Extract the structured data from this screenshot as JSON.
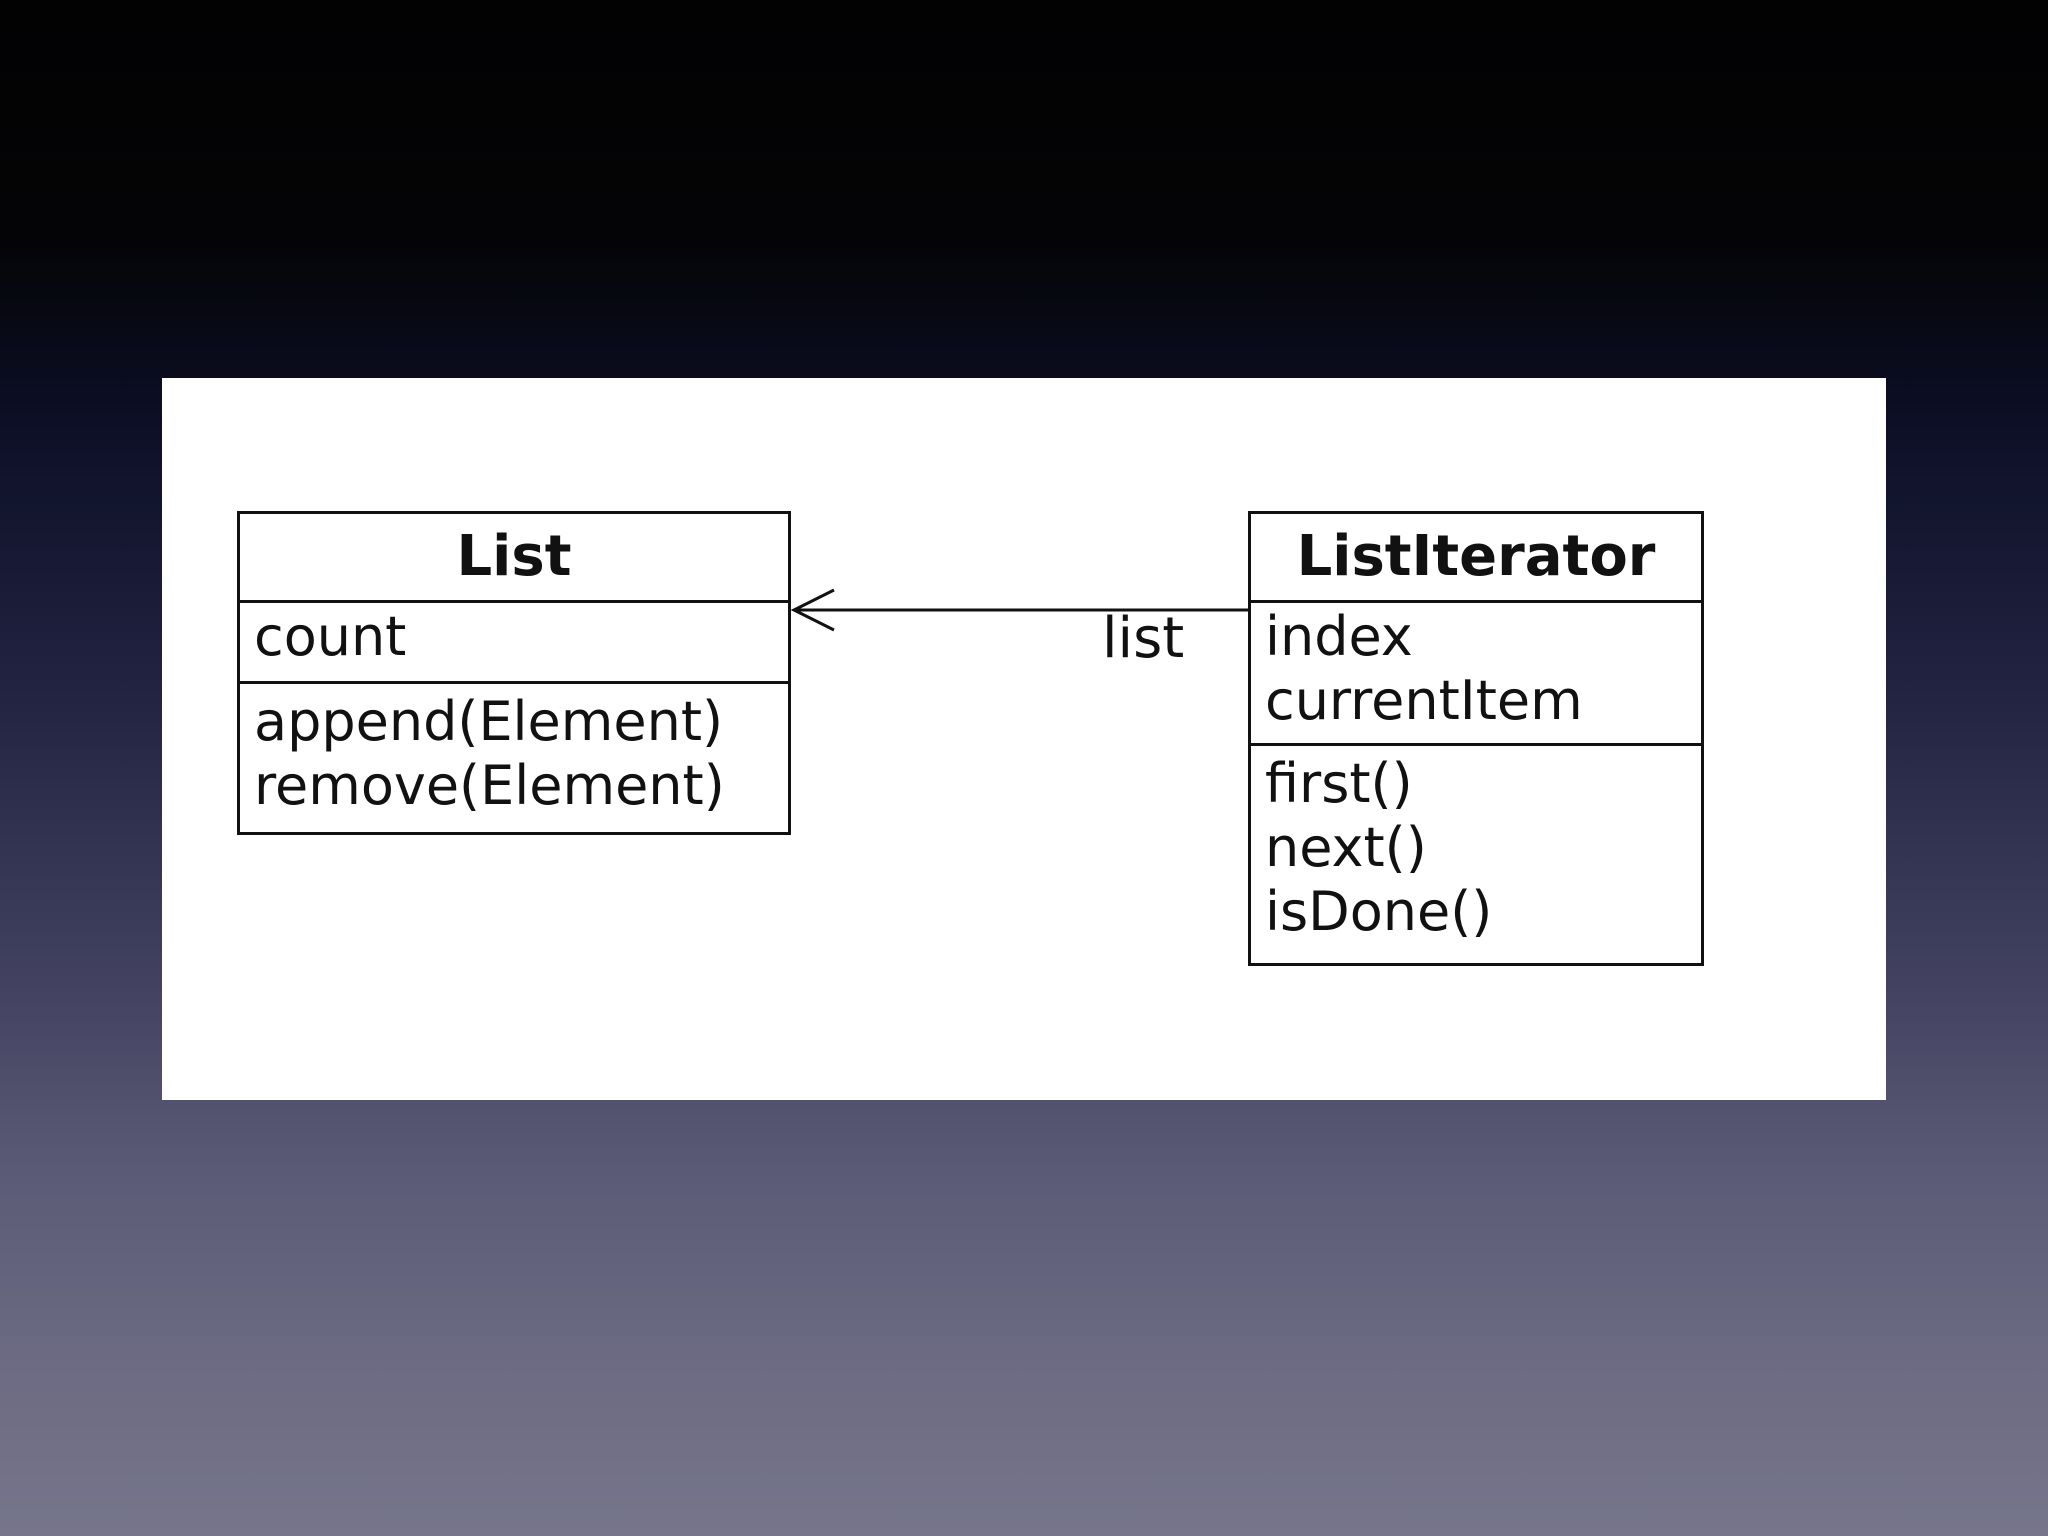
{
  "diagram": {
    "classes": [
      {
        "id": "list",
        "name": "List",
        "attributes": [
          "count"
        ],
        "operations": [
          "append(Element)",
          "remove(Element)"
        ]
      },
      {
        "id": "list-iterator",
        "name": "ListIterator",
        "attributes": [
          "index",
          "currentItem"
        ],
        "operations": [
          "first()",
          "next()",
          "isDone()"
        ]
      }
    ],
    "association": {
      "from": "ListIterator",
      "to": "List",
      "navigable_end": "List",
      "role_label": "list"
    }
  }
}
